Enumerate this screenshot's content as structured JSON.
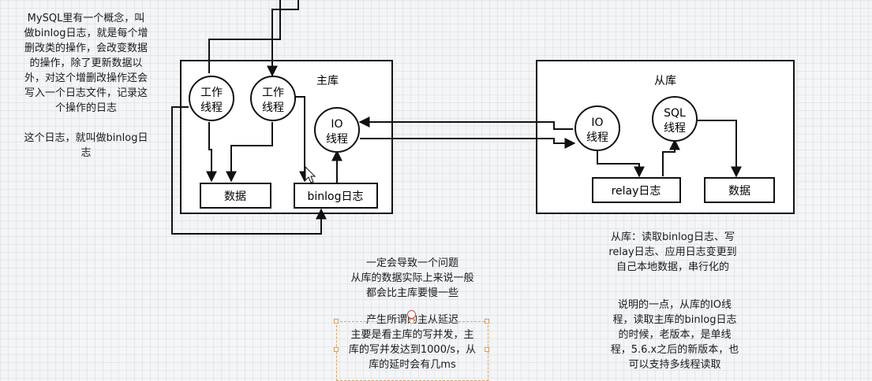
{
  "main_db": {
    "title": "主库"
  },
  "replica_db": {
    "title": "从库"
  },
  "threads": {
    "worker_1": [
      "工作",
      "线程"
    ],
    "worker_2": [
      "工作",
      "线程"
    ],
    "master_io": [
      "IO",
      "线程"
    ],
    "replica_io": [
      "IO",
      "线程"
    ],
    "replica_sql": [
      "SQL",
      "线程"
    ]
  },
  "boxes": {
    "master_data": "数据",
    "binlog": "binlog日志",
    "relay_log": "relay日志",
    "replica_data": "数据"
  },
  "notes": {
    "binlog_intro": [
      "MySQL里有一个概念，叫",
      "做binlog日志，就是每个增",
      "删改类的操作，会改变数据",
      "的操作，除了更新数据以",
      "外，对这个增删改操作还会",
      "写入一个日志文件，记录这",
      "个操作的日志",
      "",
      "这个日志，就叫做binlog日",
      "志"
    ],
    "replica_flow": [
      "从库：读取binlog日志、写",
      "relay日志、应用日志变更到",
      "自己本地数据，串行化的"
    ],
    "lag_problem": [
      "一定会导致一个问题",
      "从库的数据实际上来说一般",
      "都会比主库要慢一些"
    ],
    "lag_cause": [
      "产生所谓的主从延迟",
      "主要是看主库的写并发，主",
      "库的写并发达到1000/s，从",
      "库的延时会有几ms"
    ],
    "multithread": [
      "说明的一点，从库的IO线",
      "程，读取主库的binlog日志",
      "的时候，老版本，是单线",
      "程，5.6.x之后的新版本，也",
      "可以支持多线程读取"
    ]
  }
}
